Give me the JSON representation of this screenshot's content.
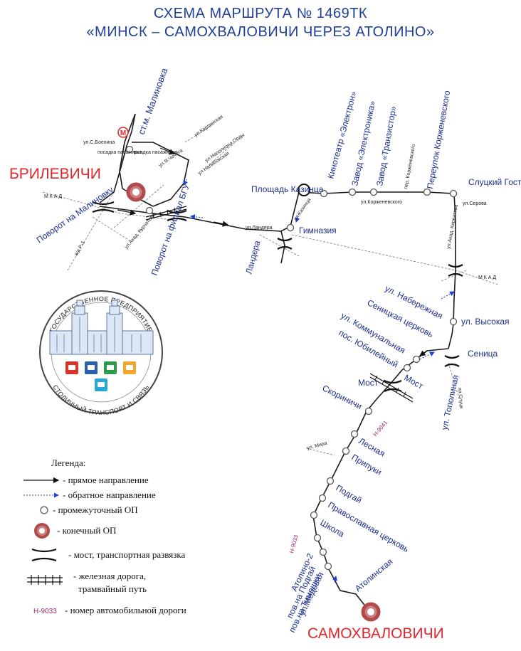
{
  "header": {
    "title_line1": "СХЕМА МАРШРУТА № 1469ТК",
    "title_line2": "«МИНСК – САМОХВАЛОВИЧИ ЧЕРЕЗ АТОЛИНО»"
  },
  "terminals": {
    "start": "БРИЛЕВИЧИ",
    "end": "САМОХВАЛОВИЧИ"
  },
  "metro_badge": "М",
  "stops": {
    "malinovka": "ст.м. Малиновка",
    "povorot_malinovka": "Поворот на Малиновку",
    "povorot_bgu": "Поворот на филиал БГУ",
    "landera": "Ландера",
    "kazintsa": "Площадь Казинца",
    "gymnasium": "Гимназия",
    "elektron_cinema": "Кинотеатр «Электрон»",
    "zavod_elektronika": "Завод «Электроника»",
    "zavod_tranzistor": "Завод «Транзистор»",
    "korzhenevsky": "Переулок Корженевского",
    "slutsky": "Слуцкий Гостинец",
    "naberezhnaya": "ул. Набережная",
    "vysokaya": "ул. Высокая",
    "senitsa_church": "Сеницкая церковь",
    "senitsa": "Сеница",
    "kommunalnaya": "ул. Коммунальная",
    "yubileyny": "пос. Юбилейный",
    "most": "Мост",
    "most2": "Мост",
    "topolinaya": "ул. Тополиная",
    "skorinichi": "Скориничи",
    "lesnaya": "Лесная",
    "pripuki": "Припуки",
    "podgay": "Подгай",
    "orthodox_church": "Православная церковь",
    "school": "Школа",
    "atolino2": "Атолино-2",
    "povorot_podgay": "пов.на Подгай",
    "medovaya": "ул.Медовая",
    "povorot_timoshki": "пов.на Тимошки",
    "atolinskaya": "Атолинская"
  },
  "street_labels": {
    "boenina": "ул.С.Боенина",
    "posadka": "посадка пасажиров",
    "vysadka": "выадка пасажиров",
    "karlinskaya": "ул.Карлинская",
    "orda": "ул.Наполеона Орды",
    "chechota": "ул.Я.Чечота",
    "nalibokskaya": "ул.Налибокская",
    "mkad1": "М К А Д",
    "rp1": "а/д Р-1",
    "kurchatova": "ул.Акад. Курчатова",
    "landera_st": "ул.Ландера",
    "kazintsa_st": "ул.Казинца",
    "korzhenevskogo_st": "ул.Корженевского",
    "korzhenevskogo_lane": "пер. Корженевского",
    "serova": "ул.Серова",
    "kirvatova": "ул.Акад. Кирватова",
    "mkad2": "М К А Д",
    "na_slutsk": "на Слуцк",
    "h9041": "Н-9041",
    "mira": "ул. Мира",
    "h9033_road": "Н-9033"
  },
  "emblem": {
    "top_text": "ГОСУДАРСТВЕННОЕ ПРЕДПРИЯТИЕ",
    "bottom_text": "СТОЛИЧНЫЙ ТРАНСПОРТ И СВЯЗЬ",
    "tile_colors": [
      "#d9342b",
      "#2b5fb0",
      "#2e9b4a",
      "#f2a72b",
      "#2aa6d8"
    ]
  },
  "legend": {
    "title": "Легенда:",
    "items": [
      {
        "id": "forward",
        "text": "- прямое направление"
      },
      {
        "id": "reverse",
        "text": "- обратное направление"
      },
      {
        "id": "intermediate",
        "text": "- промежуточный ОП"
      },
      {
        "id": "terminal",
        "text": "- конечный ОП"
      },
      {
        "id": "bridge",
        "text": "- мост, транспортная развязка"
      },
      {
        "id": "rail_line1",
        "text": "- железная дорога,"
      },
      {
        "id": "rail_line2",
        "text": "трамвайный путь"
      },
      {
        "id": "road_number",
        "text": "- номер автомобильной дороги"
      }
    ],
    "road_sample": "Н-9033"
  },
  "colors": {
    "title": "#1f3f9a",
    "terminal_label": "#e0262b",
    "stop_label": "#1f2f8f",
    "terminal_ring": "#b24a4a",
    "route_line": "#1a1a1a",
    "reverse_arrow": "#1f3fd6",
    "road_number": "#9a2a6a"
  }
}
